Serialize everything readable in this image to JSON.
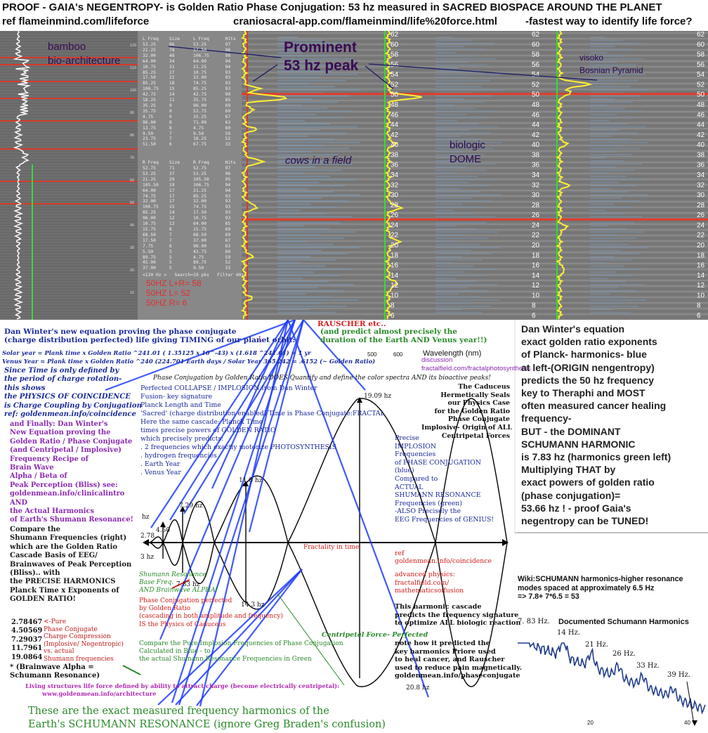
{
  "header": {
    "title": "PROOF - GAIA's NEGENTROPY- is Golden Ratio Phase Conjugation:  53 hz measured in SACRED BIOSPACE AROUND THE PLANET",
    "ref": "ref    flameinmind.com/lifeforce",
    "ref2": "craniosacral-app.com/flameinmind/life%20force.html",
    "ref3": "-fastest way to identify life force?"
  },
  "spectra": {
    "bamboo": "bamboo",
    "bioarch": "bio-architecture",
    "prominent": "Prominent",
    "peak53": "53 hz  peak",
    "cows": "cows in a field",
    "biologic": "biologic",
    "dome": "DOME",
    "visoko": "visoko",
    "bosnian": "Bosnian Pyramid",
    "scale_values": [
      "62",
      "60",
      "58",
      "56",
      "54",
      "52",
      "50",
      "48",
      "46",
      "44",
      "42",
      "40",
      "38",
      "36",
      "34",
      "32",
      "30",
      "28",
      "26",
      "24",
      "22",
      "20",
      "18",
      "16",
      "14",
      "12",
      "10",
      "8",
      "6"
    ],
    "table_top_header": "L Freq    Size     L Freq      Hits",
    "table_top_rows": [
      "53.25     86       53.25       97",
      "21.25     78       17.50       96",
      "32.00     48       106.75      96",
      "64.00     34       64.00       94",
      "10.75     31       21.25       94",
      "85.25     27       10.75       93",
      "17.50     22       32.00       93",
      "85.25     18       74.75       93",
      "106.75    15       85.25       93",
      "42.75     14       42.75       90",
      "18.25     11       35.75       85",
      "35.25     9        96.00       69",
      "35.75     9        52.75       69",
      "4.75      9        35.25       67",
      "96.00     8        71.00       63",
      "13.75     8        4.75        60",
      "9.50      7        9.50        59",
      "23.75     7        18.25       52",
      "51.50     6        67.75       33"
    ],
    "table_bottom_header": "R Freq    Size     R Freq      Hits",
    "table_bottom_rows": [
      "52.75     71       52.75       97",
      "53.25     37       53.25       96",
      "21.25     29       105.50      95",
      "105.50    19       106.75      94",
      "64.00     17       21.25       94",
      "74.75     17       85.25       93",
      "32.00     17       32.00       93",
      "106.75    15       74.75       93",
      "85.25     14       17.50       93",
      "96.00     12       10.75       93",
      "10.75     12       64.00       85",
      "15.75     8        15.75       69",
      "68.50     7        68.50       69",
      "17.50     7        37.00       67",
      "7.75      6        96.00       63",
      "5.50      5        42.75       60",
      "89.75     5        4.75        59",
      "45.00     5        89.75       52",
      "37.00     5        9.50        33"
    ],
    "table_footer": "<120 Hz >   Search=19 pks   Filter 4Hz",
    "hz_lr": "50HZ L+R= 58",
    "hz_l": "50HZ L= 52",
    "hz_r": "50HZ R= 6"
  },
  "diagram": {
    "title_lines": [
      "Dan Winter's new equation proving the phase conjugate",
      "(charge distribution perfected) life giving TIMING of our planet orbit:"
    ],
    "solar": "Solar year = Plank time x Golden Ratio ^241.01  ( 1.35125 x 10^-43) x (1.618 ^241.01) = 1 yr",
    "venus": "Venus Year = Plank time x Golden Ratio ^240 (224.701 Earth days / Solar Year 365.242 = .6152 (~ Golden Ratio)",
    "since_lines": [
      "Since Time is only defined by",
      "the period of charge rotation-",
      "this shows",
      "the PHYSICS OF COINCIDENCE",
      "is Charge Coupling by Conjugation",
      "ref:  goldenmean.info/coincidence"
    ],
    "finally_lines": [
      "and Finally: Dan Winter's",
      "New Equation   proving the",
      "Golden Ratio / Phase Conjugate",
      "(and Centripetal / Implosive)",
      "Frequency Recipe of",
      "Brain Wave",
      "Alpha / Beta of",
      "Peak Perception (Bliss)   see:",
      "goldenmean.info/clinicalintro",
      "AND",
      "the Actual Harmonics",
      "of Earth's Shumann Resonance!"
    ],
    "compare_lines": [
      "Compare the",
      "Shumann Frequencies (right)",
      "which are the Golden Ratio",
      "Cascade Basis of EEG/",
      "Brainwaves of Peak Perception",
      "(Bliss)..  with",
      "the PRECISE HARMONICS",
      "Planck Time  x  Exponents of",
      "GOLDEN RATIO!"
    ],
    "cascade_numbers": [
      "2.78467",
      "4.50569",
      "7.29037",
      "11.7961",
      "19.0864"
    ],
    "pure_lines": [
      "<-Pure",
      "Phase Conjugate",
      "Charge Compression",
      "(Implosive/ Negentropic)",
      "vs. actual",
      "Shumann frequencies"
    ],
    "brainwave": "* (Brainwave Alpha =",
    "brainwave2": "Schumann Resonance)",
    "living": "Living structures life force defined by ability to attract charge (become electrically centripetal):",
    "living_url": "www.goldenmean.info/architecture",
    "rauscher": "RAUSCHER etc..",
    "predict_lines": [
      "(and predict almost precisely the",
      "duration of the Earth AND Venus year!!)"
    ],
    "l_mark": "L",
    "wavelength": "Wavelength (nm)",
    "wl_500": "500",
    "wl_600": "600",
    "discussion": "discussion",
    "photosyn_url": "fractalfield.com/fractalphotosynthesis",
    "phase_title": "Phase Conjugation by Golden Ratio DOES Quantify and define the color spectra AND its bioactive peaks!",
    "perfected_lines": [
      "Perfected COLLAPSE / IMPLOSION   from Dan Winter",
      "Fusion- key signature",
      "Planck Length and Time",
      "'Sacred' (charge distribution enabled) Time is Phase Conjugate:FRACTAL",
      "Here the same cascade: Planck Time",
      "times precise powers of GOLDEN RATIO",
      "which precisely predicts:",
      ". 2 frequencies which exactly motorize PHOTOSYNTHESIS",
      ". hydrogen frequencies",
      ". Earth Year",
      ". Venus Year"
    ],
    "hz_labels": [
      "hz",
      "2.78",
      "4.50",
      "7.29 hz",
      "11.8 hz",
      "19.09 hz",
      "3 hz",
      "7.83 hz",
      "14.3 hz",
      "20.8 hz"
    ],
    "fractality": "Fractality in time",
    "caduceus_lines": [
      "The Caduceus",
      "Hermetically Seals",
      "our Physics Case",
      "for the Golden Ratio",
      "Phase Conjugate",
      "Implosive-  Origin of ALL",
      "Centripetal Forces"
    ],
    "precise_lines": [
      "Precise",
      "IMPLOSION",
      "Frequencies",
      "of PHASE CONJUGATION",
      "(blue)",
      "Compared to",
      "ACTUAL",
      "SHUMANN RESONANCE",
      "Frequencies (green)",
      "-ALSO Precisely the",
      "EEG Frequencies of GENIUS!"
    ],
    "ref_coinc": "ref",
    "ref_coinc2": "goldenmean.info/coincidence",
    "adv_lines": [
      "advanced physics:",
      "fractalfield.com/",
      "mathematicsoffusion"
    ],
    "harmonic_lines": [
      "This harmonic  cascade",
      "predicts the frequency signature",
      "to optimize ALL  biologic reaction"
    ],
    "note_lines": [
      "note how it predicted the",
      "key harmonics Priore used",
      "to heal cancer, and Rauscher",
      "used to reduce pain magnetically.",
      "goldenmean.info/phaseconjugate"
    ],
    "centripetal": "Centripetal Force- Perfected",
    "schumann_lines": [
      "Shumann Resonance",
      "Base Freq.",
      "AND Brainwave ALPHA!"
    ],
    "phaseconj_lines": [
      "Phase Conjugation  perfected",
      "by Golden Ratio",
      "(cascading in both amplitude and frequency)",
      "IS the Physics of Caduceus"
    ],
    "compare_pure_lines": [
      "Compare the Pure Implosion Frequencies of Phase Conjugation",
      "Calculated in Blue - to",
      "the actual Shumann Resonance Frequencies in Green"
    ],
    "bottom_lines": [
      "These are the exact measured frequency harmonics of the",
      "Earth's SCHUMANN RESONANCE (ignore Greg Braden's confusion)"
    ]
  },
  "right_panel": {
    "lines": [
      "Dan Winter's equation",
      "exact golden ratio exponents",
      "of Planck- harmonics- blue",
      "at left-(ORIGIN nengentropy)",
      "predicts the 50 hz frequency",
      "key to Theraphi and MOST",
      "often measured cancer healing",
      "frequency-",
      "BUT - the DOMINANT",
      "SCHUMANN HARMONIC",
      "is 7.83 hz (harmonics green left)",
      "Multiplying THAT by",
      "exact powers of golden ratio",
      "(phase conjugation)=",
      "53.66 hz !  - proof Gaia's",
      "negentropy can be TUNED!"
    ],
    "wiki_lines": [
      "Wiki:SCHUMANN harmonics-higher resonance",
      "modes spaced at approximately 6.5 Hz",
      "=> 7.8+ 7*6.5 = 53"
    ]
  },
  "schumann_chart": {
    "title": "Documented Schumann Harmonics",
    "peaks": [
      "7. 83 Hz.",
      "14 Hz.",
      "21 Hz.",
      "26 Hz.",
      "33 Hz.",
      "39 Hz."
    ],
    "x_ticks": [
      "20",
      "40"
    ]
  }
}
